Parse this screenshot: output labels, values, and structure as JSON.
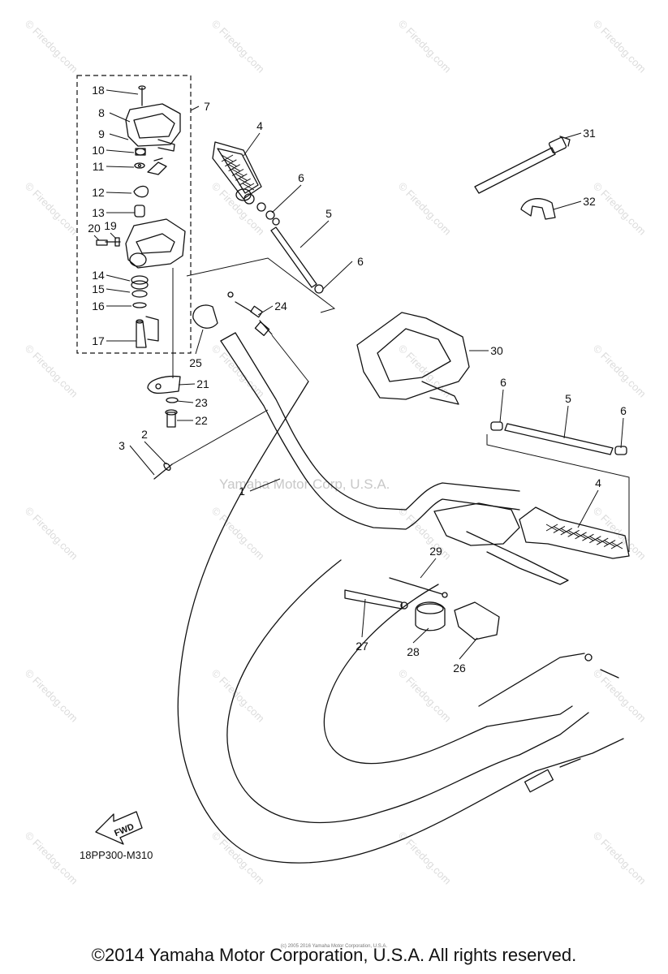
{
  "diagram_code": "18PP300-M310",
  "watermark_center": "Yamaha Motor Corp, U.S.A.",
  "watermark_tile": "© Firedog.com",
  "fwd_label": "FWD",
  "copyright": "©2014 Yamaha Motor Corporation, U.S.A. All rights reserved.",
  "copyright_small": "(c) 2005 2016 Yamaha Motor Corporation, U.S.A.",
  "callouts": [
    "1",
    "2",
    "3",
    "4",
    "4",
    "5",
    "5",
    "6",
    "6",
    "6",
    "6",
    "7",
    "8",
    "9",
    "10",
    "11",
    "12",
    "13",
    "14",
    "15",
    "16",
    "17",
    "18",
    "19",
    "20",
    "21",
    "22",
    "23",
    "24",
    "25",
    "26",
    "27",
    "28",
    "29",
    "30",
    "31",
    "32"
  ]
}
